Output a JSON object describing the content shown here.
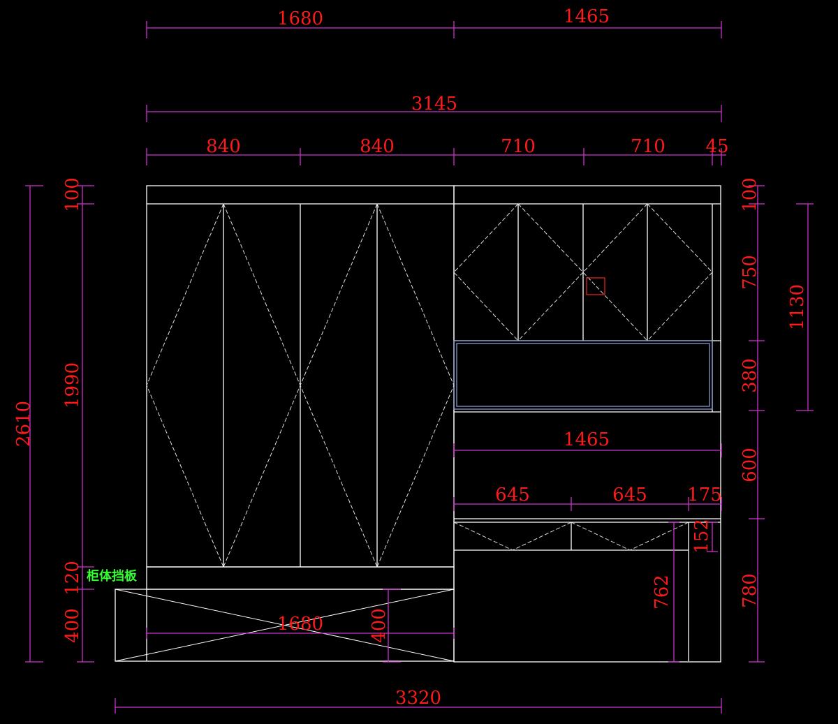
{
  "colors": {
    "background": "#000000",
    "outline": "#ffffff",
    "dimension_line": "#cc33cc",
    "dimension_text": "#ff1a1a",
    "note_text": "#33ff33",
    "niche_outline": "#8899cc",
    "marker": "#dd2222"
  },
  "dimensions": {
    "top_left_width": "1680",
    "top_right_width": "1465",
    "overall_top_width": "3145",
    "door_width_1": "840",
    "door_width_2": "840",
    "door_width_3": "710",
    "door_width_4": "710",
    "side_gap": "45",
    "left_total_height": "2610",
    "left_top_band": "100",
    "left_door_height": "1990",
    "left_plinth": "120",
    "left_base_height": "400",
    "right_top_band": "100",
    "right_upper_door_height": "750",
    "right_niche_height": "380",
    "right_upper_total": "1130",
    "right_open_height": "600",
    "right_lower_height": "780",
    "open_section_width": "1465",
    "drawer_width_1": "645",
    "drawer_width_2": "645",
    "side_panel_width": "175",
    "drawer_height": "152",
    "desk_height": "762",
    "bench_width": "1680",
    "bench_height": "400",
    "overall_bottom_width": "3320"
  },
  "notes": {
    "cabinet_baffle": "柜体挡板"
  }
}
